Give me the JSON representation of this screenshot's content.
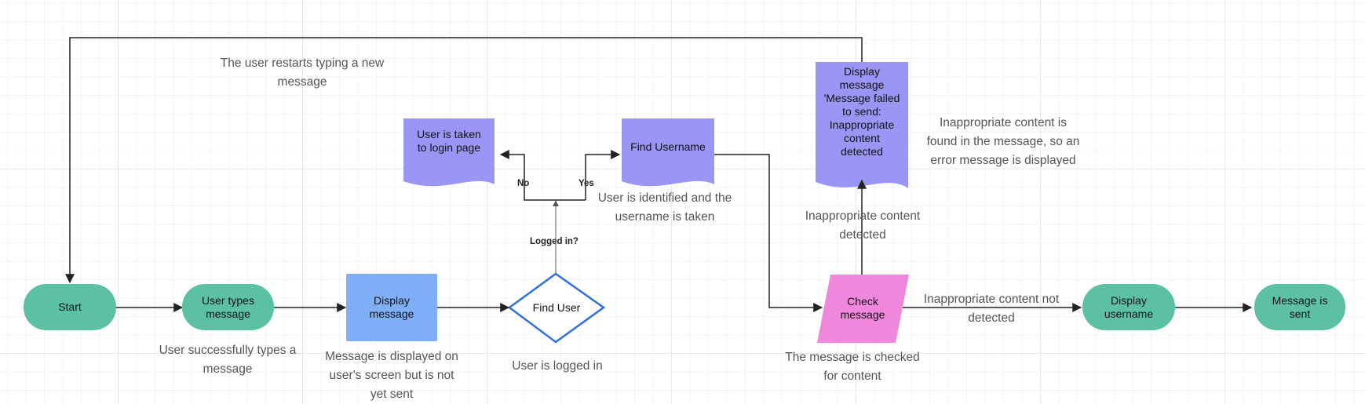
{
  "colors": {
    "terminal": "#5cc1a3",
    "process": "#7fb0f7",
    "document": "#9a96f5",
    "decision_border": "#2f6fde",
    "io": "#ef88dc",
    "connector": "#222222"
  },
  "nodes": {
    "start": "Start",
    "user_types": "User types message",
    "display_message": "Display message",
    "find_user": "Find User",
    "login_page": "User is taken to login page",
    "find_username": "Find Username",
    "check_message": "Check message",
    "failed_message": "Display message 'Message failed to send: Inappropriate content detected",
    "display_username": "Display username",
    "message_sent": "Message is sent"
  },
  "labels": {
    "restart": "The user restarts typing a new message",
    "typed": "User successfully types a message",
    "displayed": "Message is displayed on user's screen but is not yet sent",
    "logged_in_text": "User is logged in",
    "identified": "User is identified and the username is taken",
    "content_found": "Inappropriate content is found in the message, so an error message is displayed",
    "content_detected": "Inappropriate content detected",
    "not_detected": "Inappropriate  content not detected",
    "checked": "The message is checked for content"
  },
  "edge_labels": {
    "no": "No",
    "yes": "Yes",
    "logged_in_q": "Logged in?"
  }
}
